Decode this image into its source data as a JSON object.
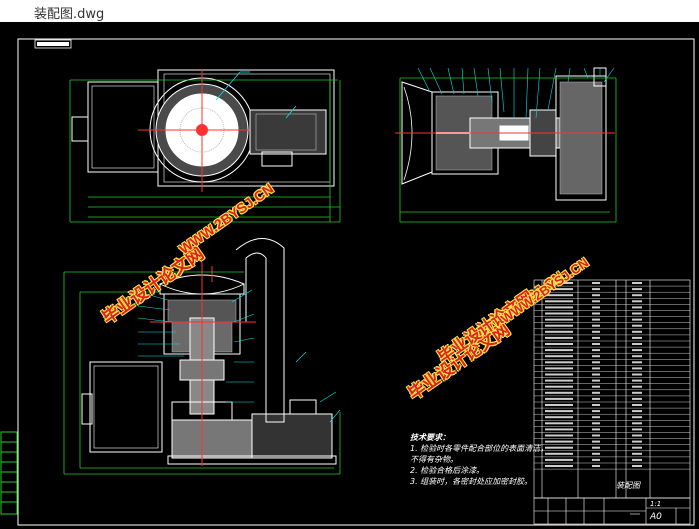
{
  "window": {
    "title": "装配图.dwg"
  },
  "drawing": {
    "colors": {
      "background": "#000000",
      "frame": "#ffffff",
      "outline_green": "#22cc22",
      "cyan": "#00e5e5",
      "yellow": "#f0e000",
      "red": "#ff3030",
      "magenta": "#ff40ff"
    },
    "technical_requirements": {
      "heading": "技术要求：",
      "lines": [
        "1. 检验时各零件配合部位的表面清洁，",
        "   不得有杂物。",
        "2. 检验合格后涂漆。",
        "3. 组装时，各密封处应加密封胶。"
      ]
    },
    "title_block": {
      "drawing_name": "装配图",
      "scale": "1:1",
      "sheet_size": "A0"
    },
    "watermarks": [
      {
        "text": "毕业设计论文网",
        "kind": "cn"
      },
      {
        "text": "WWW.2BYSJ.CN",
        "kind": "en"
      },
      {
        "text": "毕业设计论文网",
        "kind": "cn"
      },
      {
        "text": "WWW.2BYSJ.CN",
        "kind": "en"
      },
      {
        "text": "毕业设计论文网",
        "kind": "cn"
      },
      {
        "text": "WWW.2BYSJ.CN",
        "kind": "en"
      }
    ]
  }
}
